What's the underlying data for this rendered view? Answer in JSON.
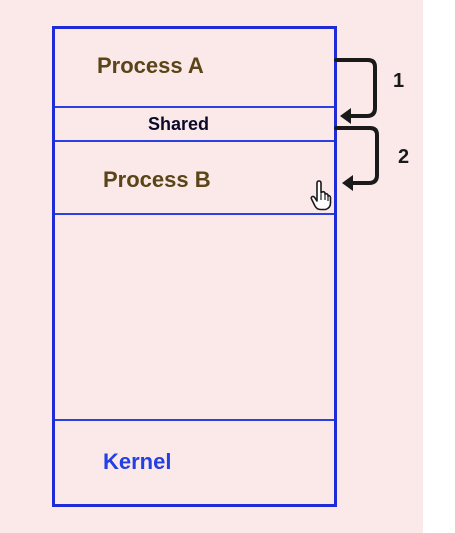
{
  "diagram": {
    "segments": {
      "process_a": "Process A",
      "shared": "Shared",
      "process_b": "Process B",
      "kernel": "Kernel"
    },
    "steps": [
      "1",
      "2"
    ]
  },
  "colors": {
    "background": "#fbe9e9",
    "right_strip": "#ffffff",
    "box_border": "#1e2bd6",
    "divider": "#2a40e0",
    "label_text": "#5a4418",
    "shared_text": "#0a0a2a",
    "kernel_text": "#2440e4",
    "arrow": "#1a1a1a"
  },
  "icons": {
    "cursor": "hand-pointer-icon"
  }
}
